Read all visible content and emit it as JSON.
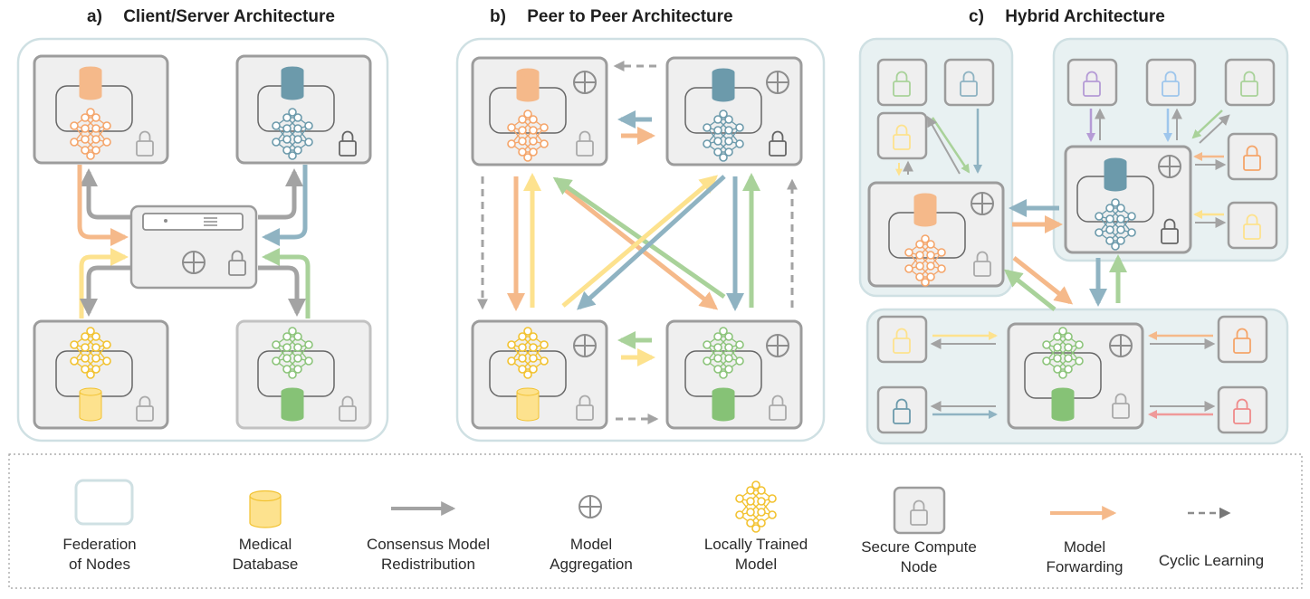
{
  "panels": {
    "a": {
      "letter": "a)",
      "title": "Client/Server Architecture"
    },
    "b": {
      "letter": "b)",
      "title": "Peer to Peer Architecture"
    },
    "c": {
      "letter": "c)",
      "title": "Hybrid Architecture"
    }
  },
  "colors": {
    "orange": "#f5b98a",
    "blue": "#8fb3c2",
    "yellow": "#fde28e",
    "green": "#a9d29a",
    "gray": "#a3a3a3",
    "purple": "#b59bd6",
    "light_blue": "#9ec6ec",
    "red": "#ef9a9a",
    "panel_border": "#cfe0e3",
    "hybrid_fill": "#e8f1f2",
    "node_fill": "#efefef",
    "node_border": "#9c9c9c"
  },
  "legend": [
    {
      "icon": "federation-icon",
      "line1": "Federation",
      "line2": "of Nodes"
    },
    {
      "icon": "database-icon",
      "line1": "Medical",
      "line2": "Database"
    },
    {
      "icon": "gray-arrow-icon",
      "line1": "Consensus Model",
      "line2": "Redistribution"
    },
    {
      "icon": "aggregation-icon",
      "line1": "Model",
      "line2": "Aggregation"
    },
    {
      "icon": "neural-network-icon",
      "line1": "Locally Trained",
      "line2": "Model"
    },
    {
      "icon": "secure-node-icon",
      "line1": "Secure Compute",
      "line2": "Node"
    },
    {
      "icon": "orange-arrow-icon",
      "line1": "Model",
      "line2": "Forwarding"
    },
    {
      "icon": "dashed-arrow-icon",
      "line1": "Cyclic Learning",
      "line2": ""
    }
  ]
}
